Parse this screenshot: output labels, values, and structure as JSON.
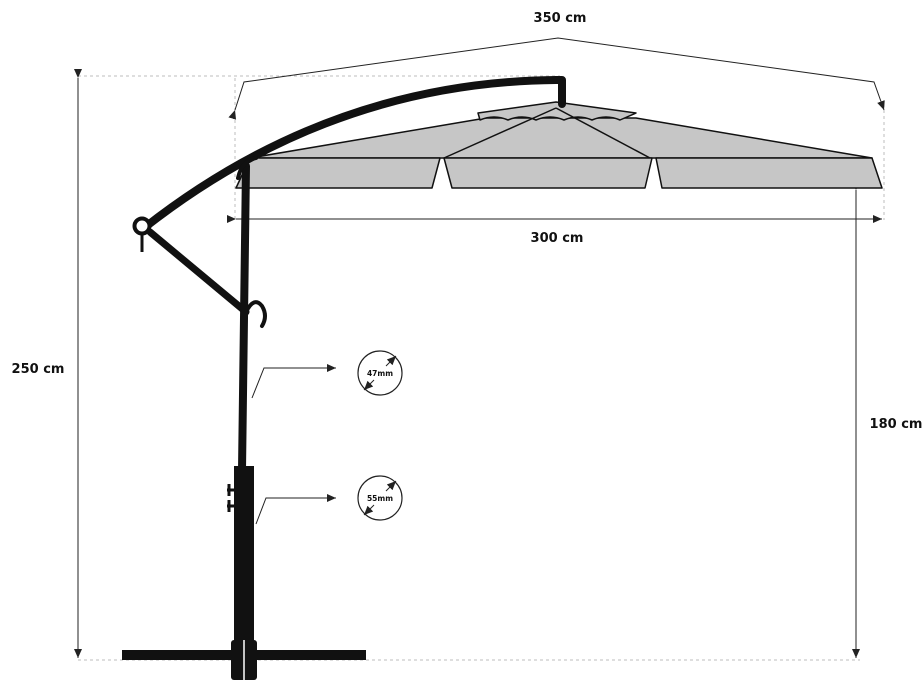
{
  "dimensions": {
    "canopy_outer_width": "350 cm",
    "canopy_inner_width": "300 cm",
    "total_height": "250 cm",
    "clearance_height": "180 cm"
  },
  "gauges": {
    "upper_pole": "47mm",
    "lower_pole": "55mm"
  },
  "colors": {
    "frame": "#111111",
    "canopy_fill": "#c6c6c6",
    "dim_dashed": "#bdbdbd",
    "dim_line": "#222222"
  }
}
